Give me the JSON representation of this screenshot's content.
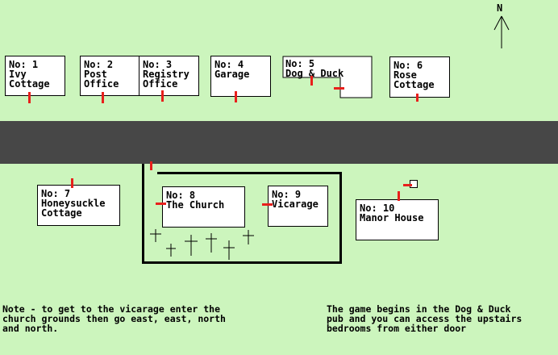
{
  "compass": {
    "label": "N"
  },
  "buildings": [
    {
      "label": "No: 1\nIvy\nCottage"
    },
    {
      "label": "No: 2\nPost\nOffice"
    },
    {
      "label": "No: 3\nRegistry\nOffice"
    },
    {
      "label": "No: 4\nGarage"
    },
    {
      "label": "No: 5\nDog & Duck"
    },
    {
      "label": "No: 6\nRose\nCottage"
    },
    {
      "label": "No: 7\nHoneysuckle\nCottage"
    },
    {
      "label": "No: 8\nThe Church"
    },
    {
      "label": "No: 9\nVicarage"
    },
    {
      "label": "No: 10\nManor House"
    }
  ],
  "notes": {
    "vicarage": "Note - to get to the vicarage enter the\nchurch grounds then go east, east, north\nand north.",
    "start": "The game begins in the Dog & Duck\npub and you can access the upstairs\nbedrooms from either door"
  },
  "colors": {
    "grass": "#ccf5bd",
    "road": "#474747",
    "door": "#e8201c"
  }
}
